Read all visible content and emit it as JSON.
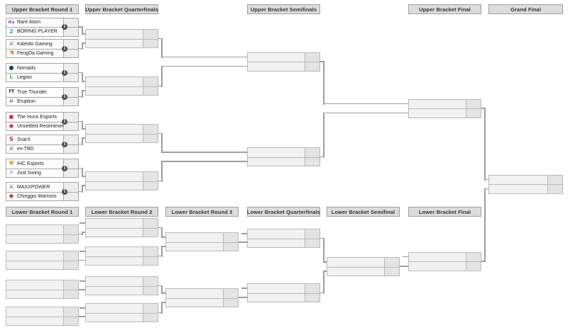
{
  "page": {
    "background": "#ffffff"
  },
  "colors": {
    "header_bg": "#dcdcdc",
    "header_border": "#9f9f9f",
    "header_text": "#333333",
    "team_slot_bg": "#fcfcfc",
    "team_slot_border": "#a6a6a6",
    "team_text": "#222222",
    "score_cell_bg": "#ededed",
    "empty_slot_bg": "#f2f2f2",
    "empty_slot_border": "#b9b9b9",
    "empty_score_cell_bg": "#e4e4e4",
    "connector_line": "#9d9d9d",
    "info_icon_bg": "#4d4d4d"
  },
  "upper_bracket": {
    "rounds": [
      {
        "id": "ub-r1",
        "label": "Upper Bracket Round 1",
        "matches": [
          {
            "info_icon": true,
            "top": {
              "name": "Rare Atom",
              "logo": "rare-atom-logo",
              "glyph": "Ra",
              "color": "#8a4fd0"
            },
            "bottom": {
              "name": "BORING PLAYER",
              "logo": "boring-player-logo",
              "glyph": "2",
              "color": "#1d9bd8"
            }
          },
          {
            "info_icon": true,
            "top": {
              "name": "Kaleido Gaming",
              "logo": "kaleido-gaming-logo",
              "glyph": "⚔",
              "color": "#222222"
            },
            "bottom": {
              "name": "FengDa Gaming",
              "logo": "fengda-gaming-logo",
              "glyph": "◥",
              "color": "#f07820"
            }
          },
          {
            "info_icon": true,
            "top": {
              "name": "Nomads",
              "logo": "nomads-logo",
              "glyph": "●",
              "color": "#14466b"
            },
            "bottom": {
              "name": "Legion",
              "logo": "legion-logo",
              "glyph": "L",
              "color": "#35d82a"
            }
          },
          {
            "info_icon": true,
            "top": {
              "name": "True Thunder",
              "logo": "true-thunder-logo",
              "glyph": "TT",
              "color": "#111111"
            },
            "bottom": {
              "name": "Eruption",
              "logo": "eruption-logo",
              "glyph": "☠",
              "color": "#333333"
            }
          },
          {
            "info_icon": true,
            "top": {
              "name": "The Huns Esports",
              "logo": "the-huns-esports-logo",
              "glyph": "▣",
              "color": "#c0272d"
            },
            "bottom": {
              "name": "Unsettled Resentment",
              "logo": "unsettled-resentment-logo",
              "glyph": "◉",
              "color": "#c0272d"
            }
          },
          {
            "info_icon": true,
            "top": {
              "name": "ScarX",
              "logo": "scarx-logo",
              "glyph": "S",
              "color": "#d42a2a"
            },
            "bottom": {
              "name": "ex-TBD",
              "logo": "ex-tbd-logo",
              "glyph": "⚔",
              "color": "#222222"
            }
          },
          {
            "info_icon": true,
            "top": {
              "name": "IHC Esports",
              "logo": "ihc-esports-logo",
              "glyph": "Ψ",
              "color": "#d4a017"
            },
            "bottom": {
              "name": "Just Swing",
              "logo": "just-swing-logo",
              "glyph": "⚡",
              "color": "#3646d6"
            }
          },
          {
            "info_icon": true,
            "top": {
              "name": "MAXXPOWER",
              "logo": "maxxpower-logo",
              "glyph": "⚔",
              "color": "#222222"
            },
            "bottom": {
              "name": "Chinggis Warriors",
              "logo": "chinggis-warriors-logo",
              "glyph": "◆",
              "color": "#c0272d"
            }
          }
        ]
      },
      {
        "id": "ub-qf",
        "label": "Upper Bracket Quarterfinals",
        "matches": [
          {},
          {},
          {},
          {}
        ]
      },
      {
        "id": "ub-sf",
        "label": "Upper Bracket Semifinals",
        "matches": [
          {},
          {}
        ]
      },
      {
        "id": "ub-final",
        "label": "Upper Bracket Final",
        "matches": [
          {}
        ]
      },
      {
        "id": "grand-final",
        "label": "Grand Final",
        "matches": [
          {}
        ]
      }
    ]
  },
  "lower_bracket": {
    "rounds": [
      {
        "id": "lb-r1",
        "label": "Lower Bracket Round 1",
        "matches": [
          {},
          {},
          {},
          {}
        ]
      },
      {
        "id": "lb-r2",
        "label": "Lower Bracket Round 2",
        "matches": [
          {},
          {},
          {},
          {}
        ]
      },
      {
        "id": "lb-r3",
        "label": "Lower Bracket Round 3",
        "matches": [
          {},
          {}
        ]
      },
      {
        "id": "lb-qf",
        "label": "Lower Bracket Quarterfinals",
        "matches": [
          {},
          {}
        ]
      },
      {
        "id": "lb-sf",
        "label": "Lower Bracket Semifinal",
        "matches": [
          {}
        ]
      },
      {
        "id": "lb-final",
        "label": "Lower Bracket Final",
        "matches": [
          {}
        ]
      }
    ]
  }
}
